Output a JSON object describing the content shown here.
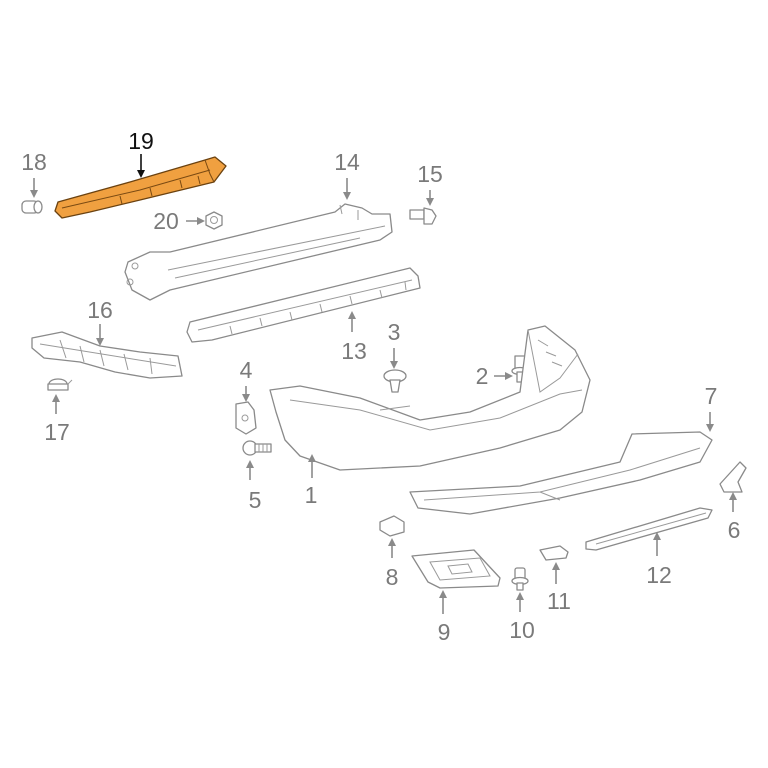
{
  "callouts": [
    {
      "id": "1",
      "text": "1"
    },
    {
      "id": "2",
      "text": "2"
    },
    {
      "id": "3",
      "text": "3"
    },
    {
      "id": "4",
      "text": "4"
    },
    {
      "id": "5",
      "text": "5"
    },
    {
      "id": "6",
      "text": "6"
    },
    {
      "id": "7",
      "text": "7"
    },
    {
      "id": "8",
      "text": "8"
    },
    {
      "id": "9",
      "text": "9"
    },
    {
      "id": "10",
      "text": "10"
    },
    {
      "id": "11",
      "text": "11"
    },
    {
      "id": "12",
      "text": "12"
    },
    {
      "id": "13",
      "text": "13"
    },
    {
      "id": "14",
      "text": "14"
    },
    {
      "id": "15",
      "text": "15"
    },
    {
      "id": "16",
      "text": "16"
    },
    {
      "id": "17",
      "text": "17"
    },
    {
      "id": "18",
      "text": "18"
    },
    {
      "id": "19",
      "text": "19"
    },
    {
      "id": "20",
      "text": "20"
    }
  ],
  "highlighted_part": "19",
  "colors": {
    "highlight_fill": "#f0a040",
    "highlight_stroke": "#6b4210",
    "line_art": "#8a8a8a",
    "callout_text": "#7a7a7a",
    "highlight_text": "#111111"
  }
}
